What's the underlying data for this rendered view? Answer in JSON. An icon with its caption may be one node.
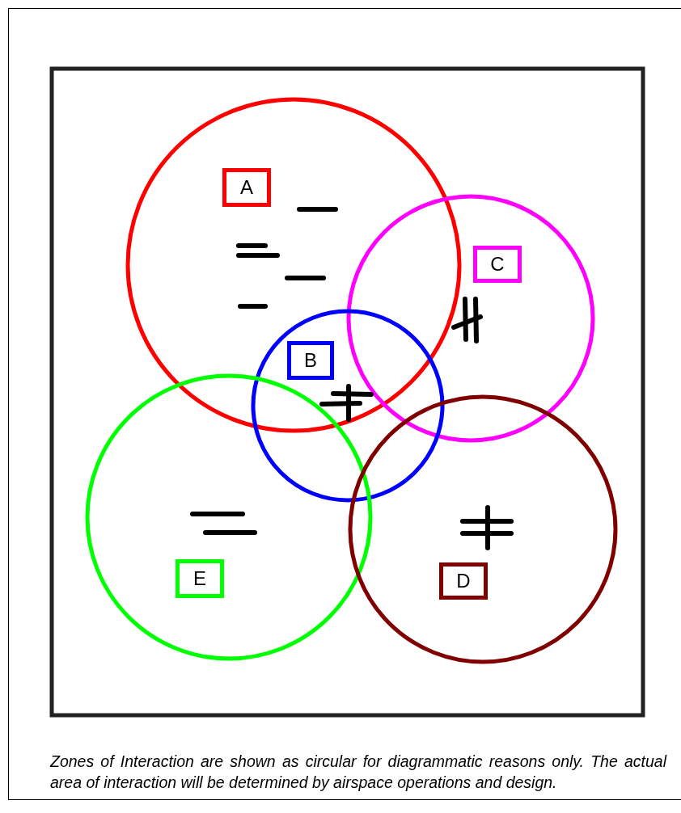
{
  "diagram": {
    "caption": "Zones of Interaction are shown as circular for diagrammatic reasons only. The actual area of interaction will be determined by airspace operations and design.",
    "nodes": [
      {
        "text": [],
        "shape": "box"
      },
      {
        "text": [],
        "shape": "circle",
        "in": 0
      },
      {
        "text": [
          "A"
        ],
        "in": 1
      },
      {
        "text": [],
        "shape": "circle",
        "in": 0
      },
      {
        "text": [
          "C"
        ],
        "in": 3
      },
      {
        "text": [],
        "shape": "circle",
        "in": 0
      },
      {
        "text": [
          "B"
        ]
      },
      {
        "text": [],
        "shape": "circle",
        "in": 0
      },
      {
        "text": [
          "E"
        ],
        "in": 7
      },
      {
        "text": [],
        "shape": "circle",
        "in": 0
      },
      {
        "text": [
          "D"
        ],
        "in": 9
      }
    ]
  }
}
